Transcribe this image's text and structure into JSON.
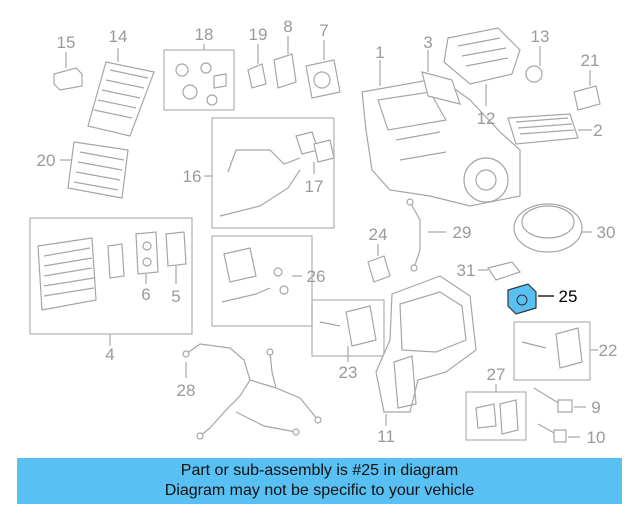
{
  "diagram": {
    "highlight_color": "#58c0f2",
    "callouts": [
      "1",
      "2",
      "3",
      "4",
      "5",
      "6",
      "7",
      "8",
      "10",
      "11",
      "12",
      "13",
      "14",
      "15",
      "16",
      "17",
      "18",
      "19",
      "20",
      "21",
      "22",
      "23",
      "24",
      "25",
      "26",
      "27",
      "28",
      "29",
      "30",
      "31",
      "9"
    ],
    "highlighted_part": "25"
  },
  "banner": {
    "line1": "Part or sub-assembly is #25 in diagram",
    "line2": "Diagram may not be specific to your vehicle"
  }
}
